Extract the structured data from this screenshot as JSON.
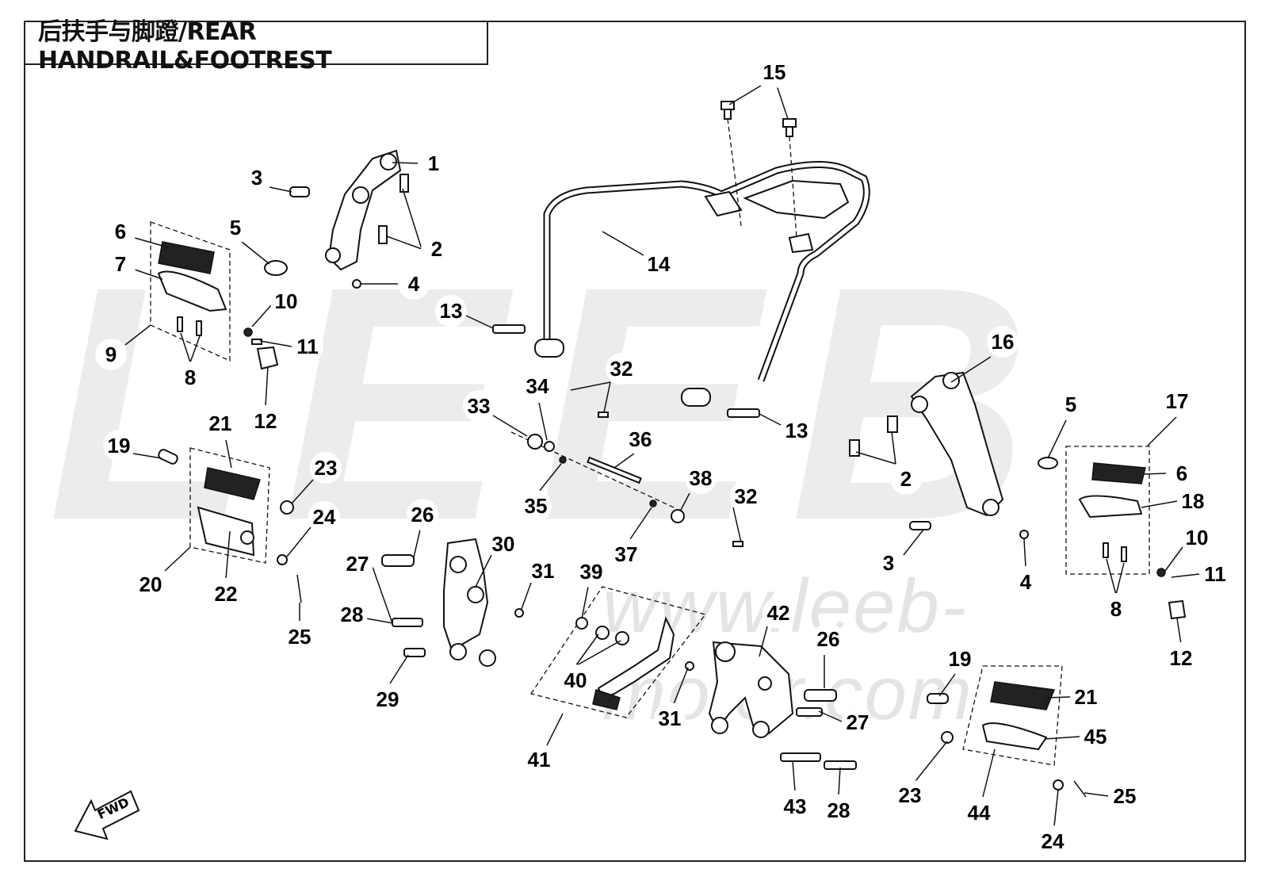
{
  "title": "后扶手与脚蹬/REAR HANDRAIL&FOOTREST",
  "watermark": {
    "letters": "LEEB",
    "url": "www.leeb-motor.com"
  },
  "fwd_label": "FWD",
  "callouts": {
    "c1": "1",
    "c2a": "2",
    "c3a": "3",
    "c4a": "4",
    "c5a": "5",
    "c6a": "6",
    "c7": "7",
    "c8a": "8",
    "c9": "9",
    "c10a": "10",
    "c11a": "11",
    "c12a": "12",
    "c13a": "13",
    "c13b": "13",
    "c14": "14",
    "c15": "15",
    "c16": "16",
    "c17": "17",
    "c2b": "2",
    "c3b": "3",
    "c4b": "4",
    "c5b": "5",
    "c6b": "6",
    "c18": "18",
    "c10b": "10",
    "c11b": "11",
    "c8b": "8",
    "c12b": "12",
    "c19a": "19",
    "c21a": "21",
    "c23a": "23",
    "c24a": "24",
    "c20": "20",
    "c22": "22",
    "c25a": "25",
    "c26a": "26",
    "c27a": "27",
    "c30": "30",
    "c31a": "31",
    "c28a": "28",
    "c29": "29",
    "c32a": "32",
    "c33": "33",
    "c34": "34",
    "c35": "35",
    "c36": "36",
    "c37": "37",
    "c38": "38",
    "c32b": "32",
    "c39": "39",
    "c40": "40",
    "c41": "41",
    "c31b": "31",
    "c42": "42",
    "c26b": "26",
    "c27b": "27",
    "c43": "43",
    "c28b": "28",
    "c19b": "19",
    "c21b": "21",
    "c45": "45",
    "c23b": "23",
    "c44": "44",
    "c24b": "24",
    "c25b": "25"
  }
}
